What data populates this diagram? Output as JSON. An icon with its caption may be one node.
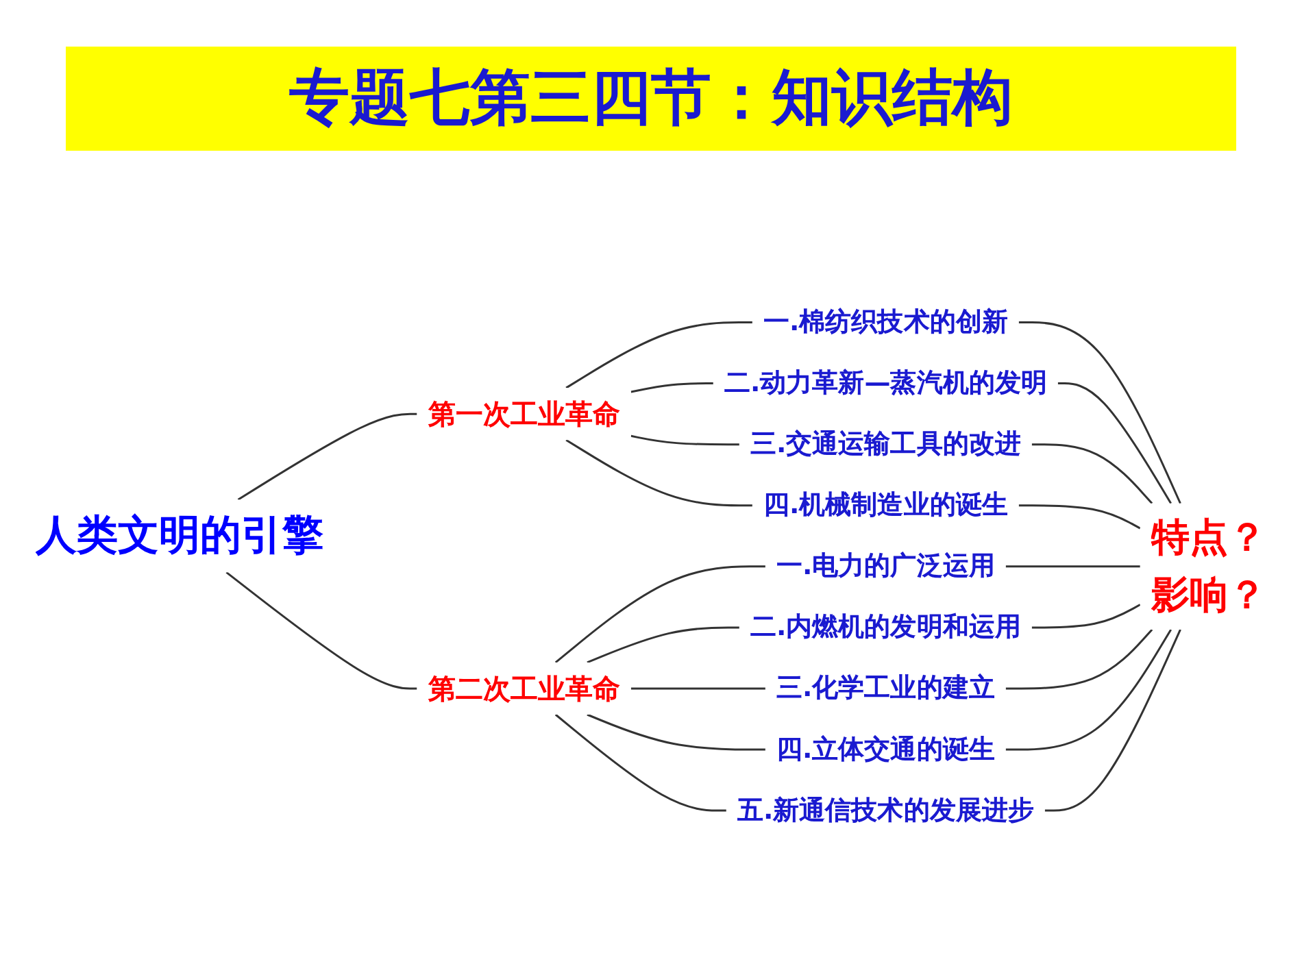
{
  "diagram": {
    "title": "专题七第三四节：知识结构",
    "nodes": [
      {
        "text": [
          "人类文明的引擎"
        ]
      },
      {
        "text": [
          "第一次工业革命"
        ]
      },
      {
        "text": [
          "一.棉纺织技术的创新"
        ]
      },
      {
        "text": [
          "二.动力革新—蒸汽机的发明"
        ]
      },
      {
        "text": [
          "三.交通运输工具的改进"
        ]
      },
      {
        "text": [
          "四.机械制造业的诞生"
        ]
      },
      {
        "text": [
          "第二次工业革命"
        ]
      },
      {
        "text": [
          "一.电力的广泛运用"
        ]
      },
      {
        "text": [
          "二.内燃机的发明和运用"
        ]
      },
      {
        "text": [
          "三.化学工业的建立"
        ]
      },
      {
        "text": [
          "四.立体交通的诞生"
        ]
      },
      {
        "text": [
          "五.新通信技术的发展进步"
        ]
      },
      {
        "text": [
          "特点？",
          "影响？"
        ]
      }
    ],
    "edges": [
      {
        "from": 0,
        "to": 1,
        "arrow": "none"
      },
      {
        "from": 0,
        "to": 6,
        "arrow": "none"
      },
      {
        "from": 1,
        "to": 2,
        "arrow": "none"
      },
      {
        "from": 1,
        "to": 3,
        "arrow": "none"
      },
      {
        "from": 1,
        "to": 4,
        "arrow": "none"
      },
      {
        "from": 1,
        "to": 5,
        "arrow": "none"
      },
      {
        "from": 6,
        "to": 7,
        "arrow": "none"
      },
      {
        "from": 6,
        "to": 8,
        "arrow": "none"
      },
      {
        "from": 6,
        "to": 9,
        "arrow": "none"
      },
      {
        "from": 6,
        "to": 10,
        "arrow": "none"
      },
      {
        "from": 6,
        "to": 11,
        "arrow": "none"
      },
      {
        "from": 2,
        "to": 12,
        "arrow": "none"
      },
      {
        "from": 3,
        "to": 12,
        "arrow": "none"
      },
      {
        "from": 4,
        "to": 12,
        "arrow": "none"
      },
      {
        "from": 5,
        "to": 12,
        "arrow": "none"
      },
      {
        "from": 7,
        "to": 12,
        "arrow": "none"
      },
      {
        "from": 8,
        "to": 12,
        "arrow": "none"
      },
      {
        "from": 9,
        "to": 12,
        "arrow": "none"
      },
      {
        "from": 10,
        "to": 12,
        "arrow": "none"
      },
      {
        "from": 11,
        "to": 12,
        "arrow": "none"
      }
    ]
  }
}
